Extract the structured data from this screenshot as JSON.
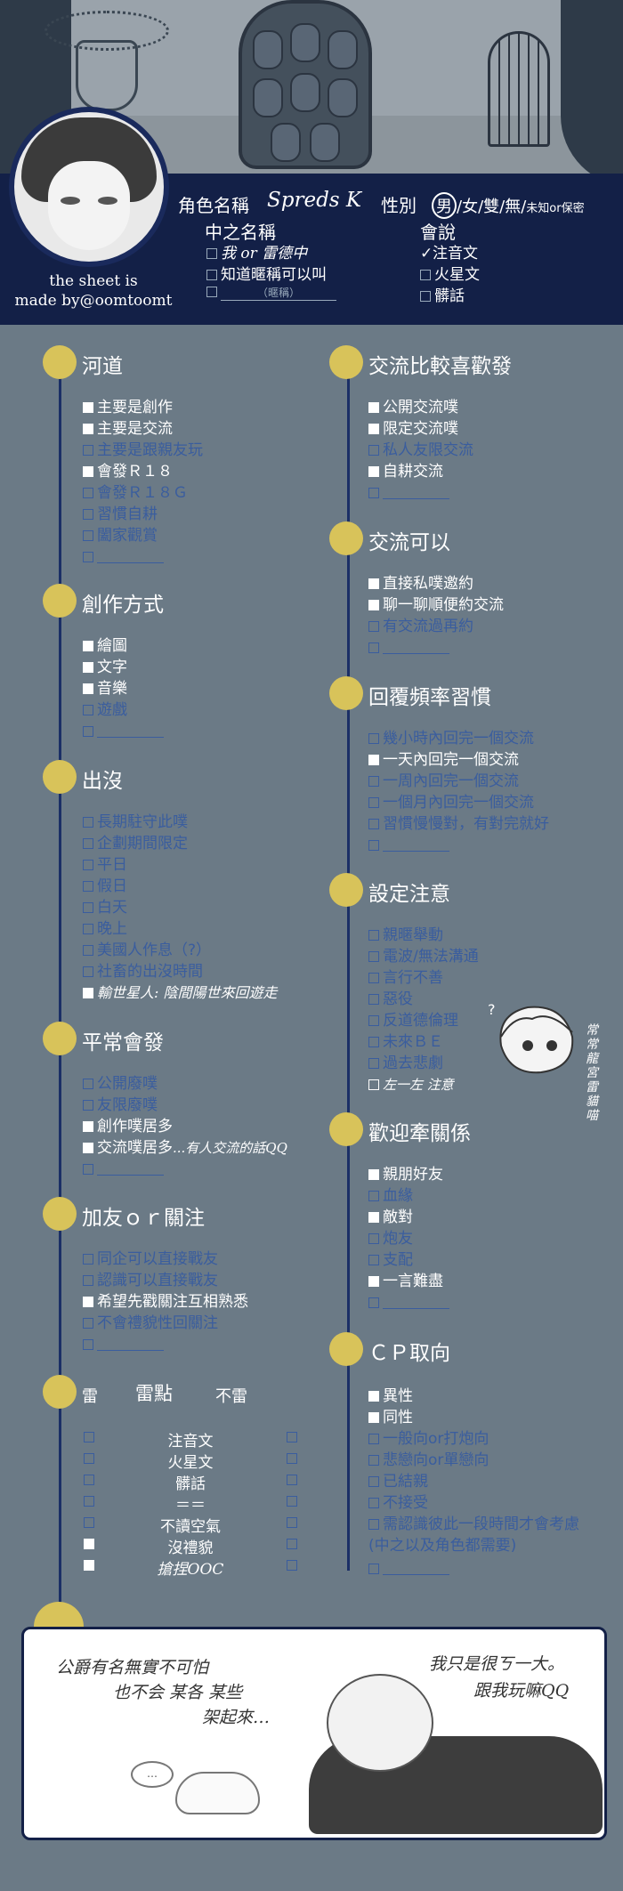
{
  "credit": {
    "line1": "the sheet is",
    "line2": "made by@oomtoomt"
  },
  "header": {
    "name_label": "角色名稱",
    "name_value": "Spreds K",
    "gender_label": "性別",
    "gender_options": {
      "male": "男",
      "rest": "/女/雙/無/",
      "unknown": "未知or保密"
    },
    "chinese_name_label": "中之名稱",
    "chinese_name_options": [
      "我 or 雷德中",
      "知道暱稱可以叫",
      "（暱稱）"
    ],
    "speak_label": "會說",
    "speak_options": [
      "注音文",
      "火星文",
      "髒話"
    ]
  },
  "left": {
    "hedao": {
      "title": "河道",
      "items": [
        "主要是創作",
        "主要是交流",
        "主要是跟親友玩",
        "會發Ｒ１８",
        "會發Ｒ１８Ｇ",
        "習慣自耕",
        "闔家觀賞"
      ]
    },
    "chuangzuo": {
      "title": "創作方式",
      "items": [
        "繪圖",
        "文字",
        "音樂",
        "遊戲"
      ]
    },
    "chumo": {
      "title": "出沒",
      "items": [
        "長期駐守此噗",
        "企劃期間限定",
        "平日",
        "假日",
        "白天",
        "晚上",
        "美國人作息（?）",
        "社畜的出沒時間"
      ],
      "note": "輸世星人: 陰間陽世來回遊走"
    },
    "pingchang": {
      "title": "平常會發",
      "items": [
        "公開廢噗",
        "友限廢噗",
        "創作噗居多",
        "交流噗居多"
      ],
      "note": "...有人交流的話QQ"
    },
    "jiayou": {
      "title": "加友ｏｒ關注",
      "items": [
        "同企可以直接戰友",
        "認識可以直接戰友",
        "希望先戳關注互相熟悉",
        "不會禮貌性回關注"
      ]
    },
    "lei": {
      "head_left": "雷",
      "head_mid": "雷點",
      "head_right": "不雷",
      "rows": [
        "注音文",
        "火星文",
        "髒話",
        "＝＝",
        "不讀空氣",
        "沒禮貌",
        "搶捏OOC"
      ]
    }
  },
  "right": {
    "jiaoliu": {
      "title": "交流比較喜歡發",
      "items": [
        "公開交流噗",
        "限定交流噗",
        "私人友限交流",
        "自耕交流"
      ]
    },
    "keyi": {
      "title": "交流可以",
      "items": [
        "直接私噗邀約",
        "聊一聊順便約交流",
        "有交流過再約"
      ]
    },
    "huifu": {
      "title": "回覆頻率習慣",
      "items": [
        "幾小時內回完一個交流",
        "一天內回完一個交流",
        "一周內回完一個交流",
        "一個月內回完一個交流",
        "習慣慢慢對，有對完就好"
      ]
    },
    "sheding": {
      "title": "設定注意",
      "items": [
        "親暱舉動",
        "電波/無法溝通",
        "言行不善",
        "惡役",
        "反道德倫理",
        "未來ＢＥ",
        "過去悲劇"
      ],
      "note": "左一左 注意",
      "side_note": "常常龍宮雷貓喵"
    },
    "qianguanxi": {
      "title": "歡迎牽關係",
      "items": [
        "親朋好友",
        "血緣",
        "敵對",
        "炮友",
        "支配",
        "一言難盡"
      ]
    },
    "cp": {
      "title": "ＣＰ取向",
      "items": [
        "異性",
        "同性",
        "一般向or打炮向",
        "悲戀向or單戀向",
        "已結親",
        "不接受",
        "需認識彼此一段時間才會考慮",
        "(中之以及角色都需要)"
      ]
    }
  },
  "bottom": {
    "left_msg_1": "公爵有名無實不可怕",
    "left_msg_2": "也不会 某各 某些",
    "left_msg_3": "架起來…",
    "right_msg_1": "我只是很ㄎ一大。",
    "right_msg_2": "跟我玩嘛QQ",
    "bubble": "…"
  }
}
